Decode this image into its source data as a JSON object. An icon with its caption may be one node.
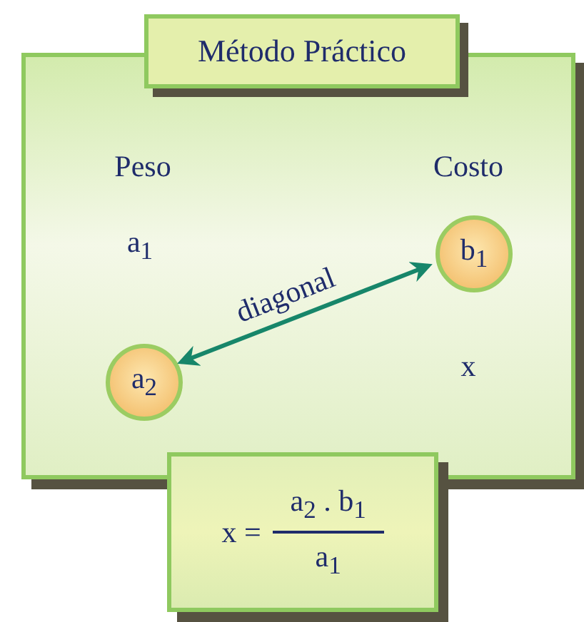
{
  "diagram": {
    "nodes": [
      {
        "text": [],
        "shape": "box"
      },
      {
        "text": [
          "Método Práctico"
        ]
      },
      {
        "text": [
          "b$_{1}$"
        ],
        "in": 0
      },
      {
        "text": [
          "a$_{2}$"
        ],
        "in": 0
      },
      {
        "text": [
          "x =",
          "a$_{2}$ . b$_{1}$",
          "a$_{1}$"
        ]
      }
    ],
    "edges": [
      {
        "from": 3,
        "to": 2,
        "label": "diagonal",
        "arrow": "both",
        "color": "#17866a"
      }
    ],
    "labels": [
      "Peso",
      "Costo",
      "a$_{1}$",
      "x"
    ]
  }
}
